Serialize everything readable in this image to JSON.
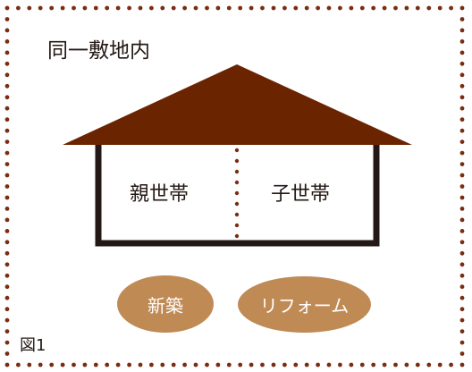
{
  "site": {
    "label": "同一敷地内"
  },
  "house": {
    "parent_household": "親世帯",
    "child_household": "子世帯",
    "roof_color": "#6b2400",
    "wall_color": "#231815"
  },
  "options": [
    {
      "label": "新築"
    },
    {
      "label": "リフォーム"
    }
  ],
  "figure_label": "図1",
  "colors": {
    "border_dots": "#7a2d12",
    "pill": "#c08a55"
  }
}
